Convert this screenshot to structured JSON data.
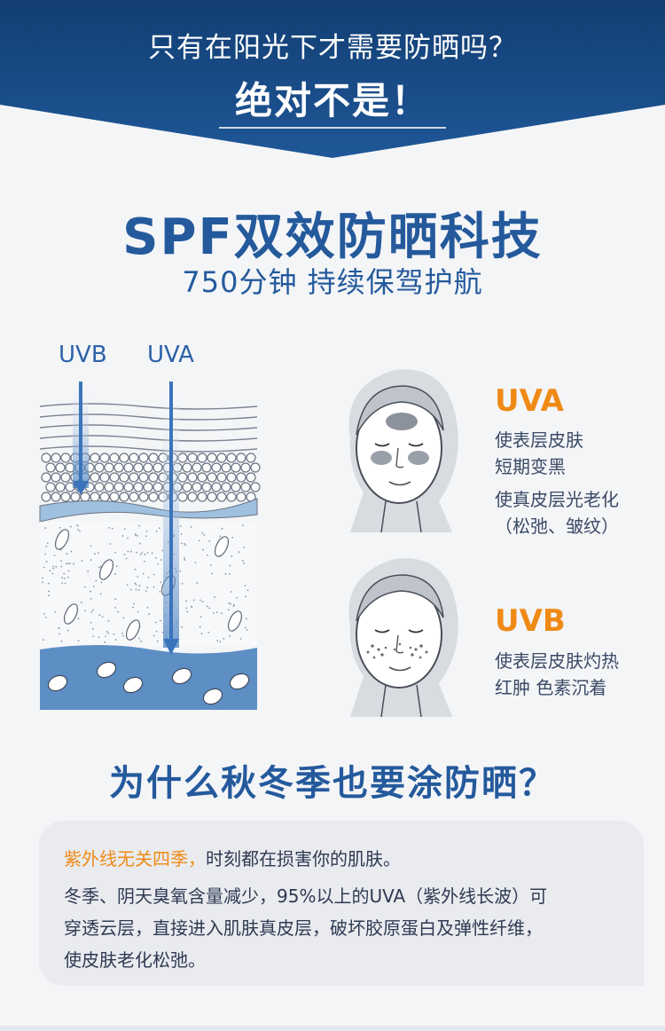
{
  "banner": {
    "question": "只有在阳光下才需要防晒吗？",
    "answer": "绝对不是！"
  },
  "hero": {
    "title": "SPF双效防晒科技",
    "subtitle": "750分钟 持续保驾护航"
  },
  "diagram": {
    "uvb_label": "UVB",
    "uva_label": "UVA"
  },
  "uva_card": {
    "title": "UVA",
    "line1": "使表层皮肤",
    "line2": "短期变黑",
    "line3": "使真皮层光老化",
    "line4": "（松弛、皱纹）"
  },
  "uvb_card": {
    "title": "UVB",
    "line1": "使表层皮肤灼热",
    "line2": "红肿 色素沉着"
  },
  "section2": {
    "title": "为什么秋冬季也要涂防晒？",
    "highlight": "紫外线无关四季，",
    "highlight_rest": "时刻都在损害你的肌肤。",
    "para_line1": "冬季、阴天臭氧含量减少，95%以上的UVA（紫外线长波）可",
    "para_line2": "穿透云层，直接进入肌肤真皮层，破坏胶原蛋白及弹性纤维，",
    "para_line3": "使皮肤老化松弛。"
  },
  "colors": {
    "navy": "#1b4c86",
    "brand_blue": "#245a9c",
    "orange": "#f08a16",
    "skin_blue": "#5d8ec4"
  }
}
